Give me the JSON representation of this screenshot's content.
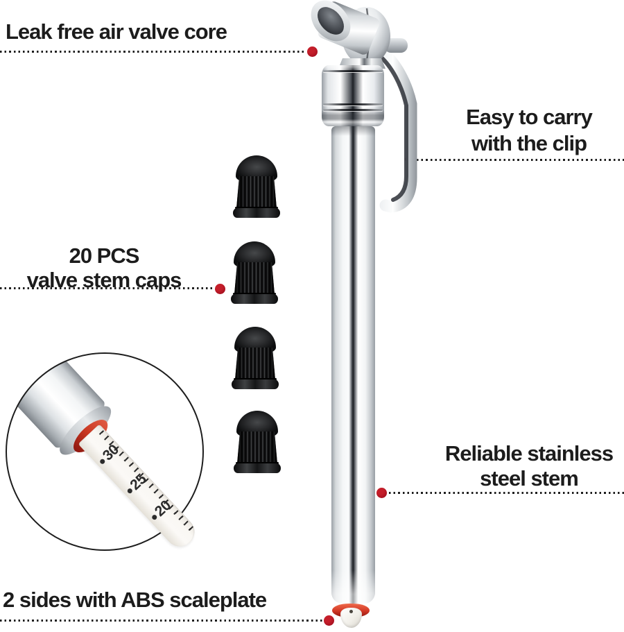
{
  "annotations": {
    "valve_core": {
      "label": "Leak free air valve core"
    },
    "clip": {
      "line1": "Easy to carry",
      "line2": "with the clip"
    },
    "valve_caps": {
      "line1": "20 PCS",
      "line2": "valve stem caps"
    },
    "stem": {
      "line1": "Reliable stainless",
      "line2": "steel stem"
    },
    "scaleplate": {
      "label": "2 sides with ABS scaleplate"
    }
  },
  "inset": {
    "scale_values": [
      "30",
      "25",
      "20"
    ]
  },
  "colors": {
    "accent_red": "#a81120",
    "tip_red": "#d43a27",
    "text": "#1c1c1c"
  }
}
